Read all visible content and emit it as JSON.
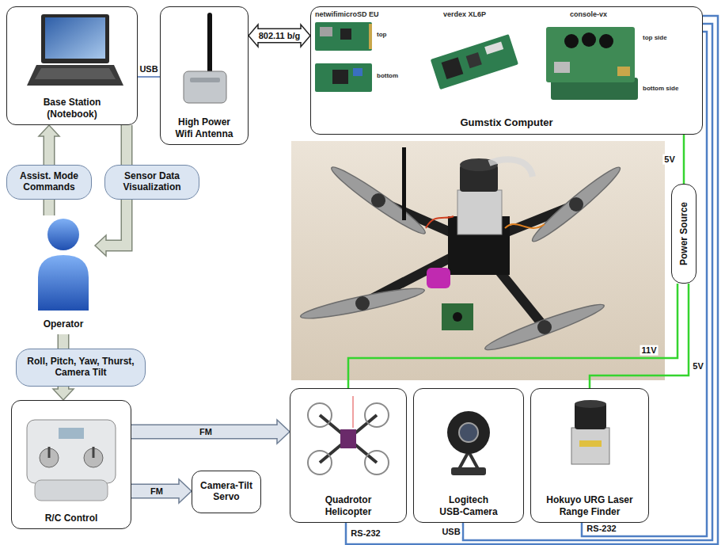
{
  "diagram": {
    "nodes": [
      {
        "text": [
          "Base Station (Notebook)"
        ]
      },
      {
        "text": [
          "High Power Wifi Antenna"
        ]
      },
      {
        "text": [
          "Gumstix Computer"
        ]
      },
      {
        "text": [
          "Assist. Mode Commands"
        ]
      },
      {
        "text": [
          "Sensor Data Visualization"
        ]
      },
      {
        "text": [
          "Operator"
        ]
      },
      {
        "text": [
          "Roll, Pitch, Yaw, Thurst, Camera Tilt"
        ]
      },
      {
        "text": [
          "Power Source"
        ]
      },
      {
        "text": [
          "R/C Control"
        ]
      },
      {
        "text": [
          "Camera-Tilt Servo"
        ]
      },
      {
        "text": [
          "Quadrotor Helicopter"
        ]
      },
      {
        "text": [
          "Logitech USB-Camera"
        ]
      },
      {
        "text": [
          "Hokuyo URG Laser Range Finder"
        ]
      }
    ],
    "edges": [
      {
        "from": 0,
        "to": 1,
        "label": "USB",
        "arrow": "none"
      },
      {
        "from": 1,
        "to": 2,
        "label": "802.11 b/g",
        "arrow": "both"
      },
      {
        "from": 5,
        "to": 3,
        "arrow": "none"
      },
      {
        "from": 3,
        "to": 0,
        "arrow": "to"
      },
      {
        "from": 0,
        "to": 4,
        "arrow": "none"
      },
      {
        "from": 4,
        "to": 5,
        "arrow": "to"
      },
      {
        "from": 5,
        "to": 6,
        "arrow": "none"
      },
      {
        "from": 6,
        "to": 8,
        "arrow": "to"
      },
      {
        "from": 8,
        "to": 10,
        "label": "FM",
        "arrow": "to"
      },
      {
        "from": 8,
        "to": 9,
        "label": "FM",
        "arrow": "to"
      },
      {
        "from": 7,
        "to": 2,
        "label": "5V",
        "arrow": "none"
      },
      {
        "from": 7,
        "to": 10,
        "label": "11V",
        "arrow": "none"
      },
      {
        "from": 7,
        "to": 12,
        "label": "5V",
        "arrow": "none"
      },
      {
        "from": 10,
        "to": 2,
        "label": "RS-232",
        "arrow": "none"
      },
      {
        "from": 11,
        "to": 2,
        "label": "USB",
        "arrow": "none"
      },
      {
        "from": 12,
        "to": 2,
        "label": "RS-232",
        "arrow": "none"
      }
    ],
    "labels": [
      "netwifimicroSD EU",
      "top",
      "bottom",
      "verdex XL6P",
      "console-vx",
      "top side",
      "bottom side"
    ]
  }
}
